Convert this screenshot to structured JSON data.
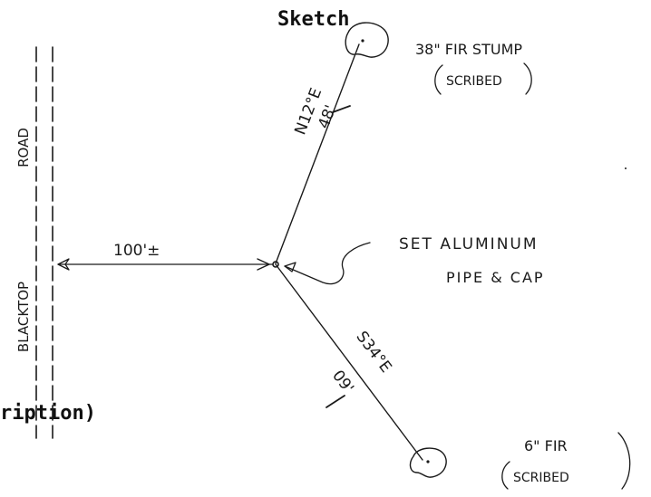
{
  "title": "Sketch",
  "bottom_caption": "ription)",
  "road": {
    "label_upper": "ROAD",
    "label_lower": "BLACKTOP"
  },
  "center_note": {
    "line1": "SET ALUMINUM",
    "line2": "PIPE & CAP"
  },
  "ref_north": {
    "label_line1": "38\" FIR STUMP",
    "label_line2": "SCRIBED",
    "bearing": "N12°E",
    "distance": "48'"
  },
  "ref_south": {
    "label_line1": "6\" FIR",
    "label_line2": "SCRIBED",
    "bearing": "S34°E",
    "distance": "09'"
  },
  "road_distance": "100'±",
  "colors": {
    "ink": "#1a1a1a"
  }
}
